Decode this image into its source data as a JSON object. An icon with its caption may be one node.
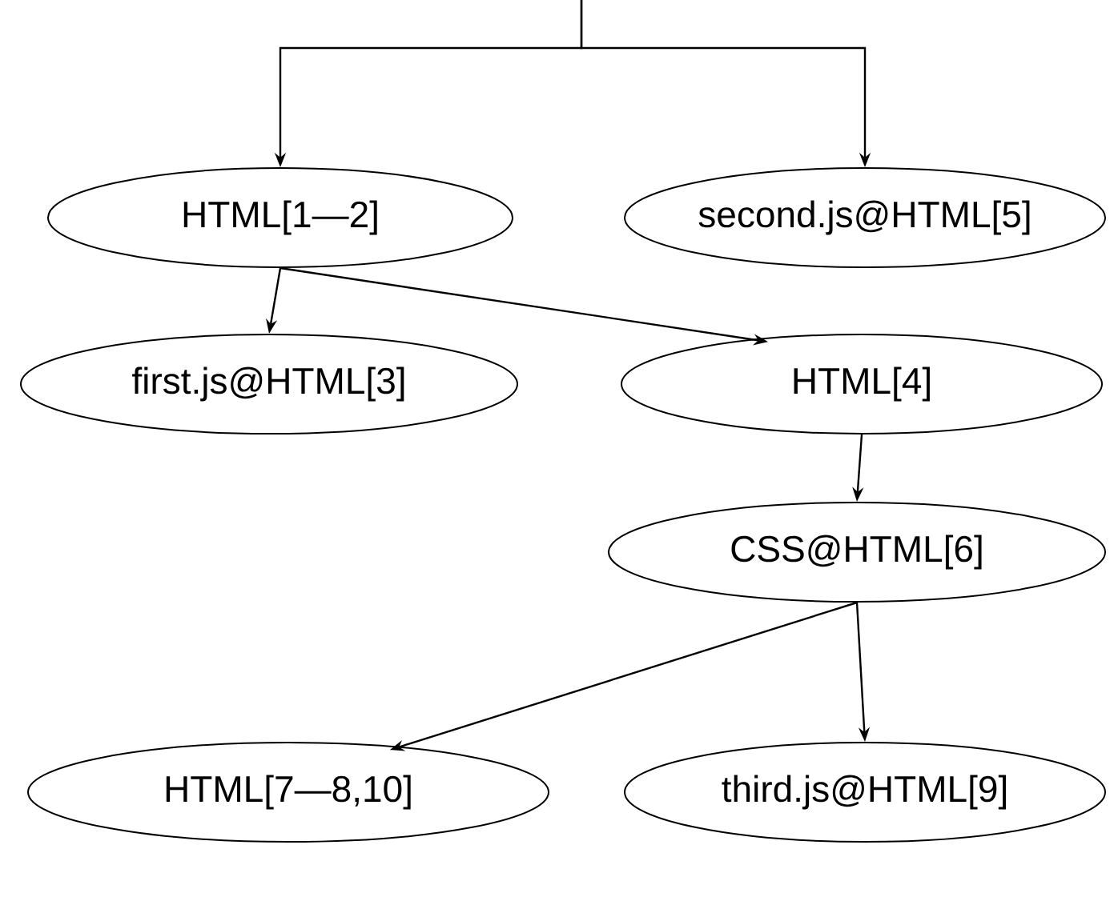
{
  "diagram": {
    "nodes": [
      {
        "text": [
          "HTML[1—2]"
        ]
      },
      {
        "text": [
          "second.js@HTML[5]"
        ]
      },
      {
        "text": [
          "first.js@HTML[3]"
        ]
      },
      {
        "text": [
          "HTML[4]"
        ]
      },
      {
        "text": [
          "CSS@HTML[6]"
        ]
      },
      {
        "text": [
          "HTML[7—8,10]"
        ]
      },
      {
        "text": [
          "third.js@HTML[9]"
        ]
      }
    ],
    "edges": [
      {
        "from": null,
        "to": 0,
        "arrow": "to"
      },
      {
        "from": null,
        "to": 1,
        "arrow": "to"
      },
      {
        "from": 0,
        "to": 2,
        "arrow": "to"
      },
      {
        "from": 0,
        "to": 3,
        "arrow": "to"
      },
      {
        "from": 3,
        "to": 4,
        "arrow": "to"
      },
      {
        "from": 4,
        "to": 5,
        "arrow": "to"
      },
      {
        "from": 4,
        "to": 6,
        "arrow": "to"
      }
    ]
  }
}
